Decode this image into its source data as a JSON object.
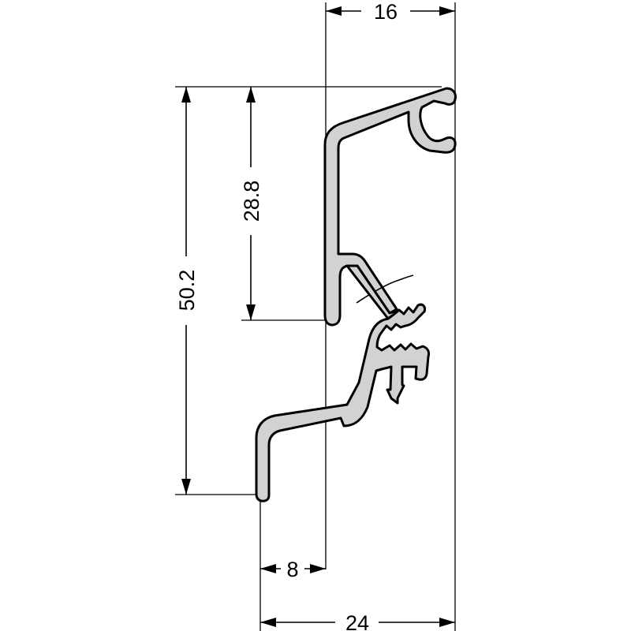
{
  "drawing": {
    "dimensions": {
      "top_width": "16",
      "bottom_width": "24",
      "offset": "8",
      "total_height": "50.2",
      "upper_height": "28.8"
    },
    "colors": {
      "profile_fill": "#d2d2d2",
      "line": "#000000",
      "background": "#ffffff"
    }
  }
}
